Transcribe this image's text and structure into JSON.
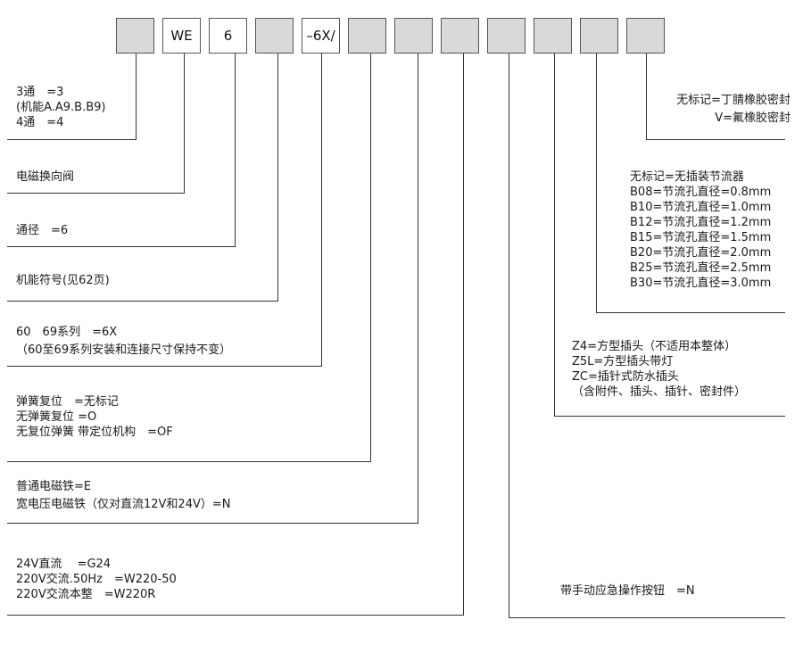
{
  "boxes": [
    "",
    "WE",
    "6",
    "",
    "–6X/",
    "",
    "",
    "",
    "",
    "",
    "",
    ""
  ],
  "notes": {
    "ways": [
      "3通　=3",
      "(机能A.A9.B.B9)",
      "4通　=4"
    ],
    "valve": [
      "电磁换向阀"
    ],
    "bore": [
      "通径　=6"
    ],
    "symbol": [
      "机能符号(见62页)"
    ],
    "series": [
      "60　69系列　=6X",
      "（60至69系列安装和连接尺寸保持不变）"
    ],
    "spring": [
      "弹簧复位　=无标记",
      "无弹簧复位 =O",
      "无复位弹簧 带定位机构　=OF"
    ],
    "solenoid": [
      "普通电磁铁=E",
      "宽电压电磁铁（仅对直流12V和24V）=N"
    ],
    "voltage": [
      "24V直流　 =G24",
      "220V交流.50Hz　=W220-50",
      "220V交流本整　=W220R"
    ],
    "manual": [
      "带手动应急操作按钮　=N"
    ],
    "plug": [
      "Z4=方型插头（不适用本整体）",
      "Z5L=方型插头带灯",
      "ZC=插针式防水插头",
      "（含附件、插头、插针、密封件）"
    ],
    "throttle": [
      "无标记=无插装节流器",
      "B08=节流孔直径=0.8mm",
      "B10=节流孔直径=1.0mm",
      "B12=节流孔直径=1.2mm",
      "B15=节流孔直径=1.5mm",
      "B20=节流孔直径=2.0mm",
      "B25=节流孔直径=2.5mm",
      "B30=节流孔直径=3.0mm"
    ],
    "seal": [
      "无标记=丁腈橡胶密封",
      "V=氟橡胶密封"
    ]
  }
}
